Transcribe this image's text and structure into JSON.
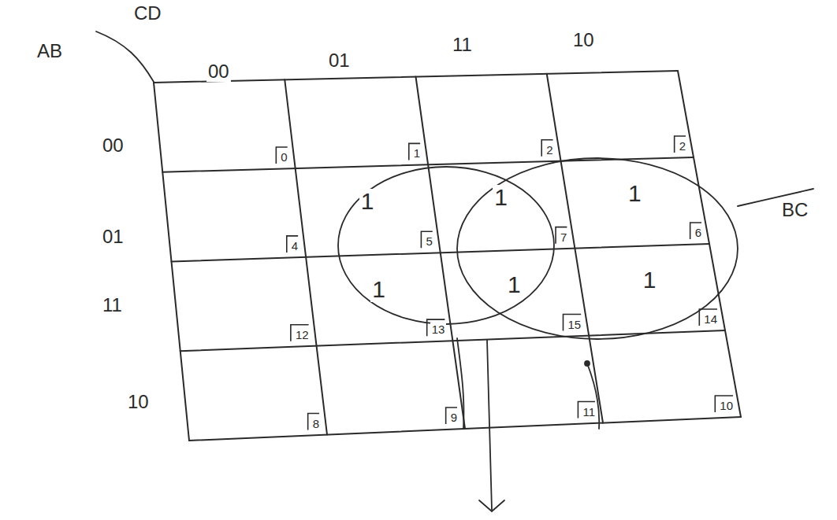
{
  "diagram": {
    "labels": [
      "AB",
      "CD",
      "00",
      "01",
      "11",
      "10",
      "00",
      "01",
      "11",
      "10",
      "0",
      "1",
      "2",
      "2",
      "4",
      "5",
      "7",
      "6",
      "12",
      "13",
      "15",
      "14",
      "8",
      "9",
      "11",
      "10",
      "1",
      "1",
      "1",
      "1",
      "1",
      "1",
      "BC"
    ]
  }
}
